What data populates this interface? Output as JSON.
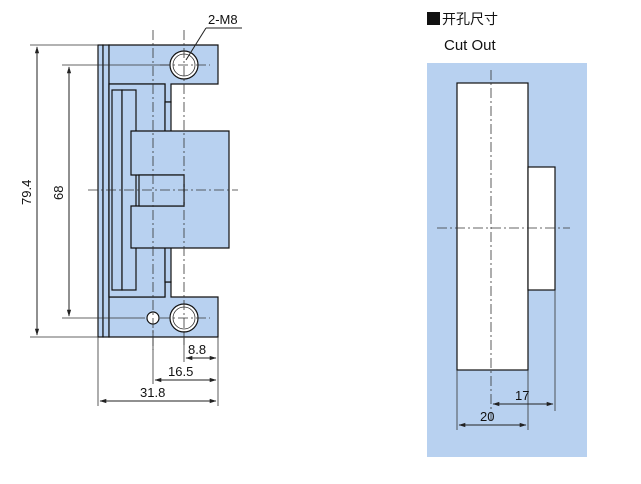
{
  "colors": {
    "part": "#b8d1f0",
    "panel": "#b8d1f0",
    "line": "#222222"
  },
  "hole_callout": "2-M8",
  "dimensions": {
    "overall_height": "79.4",
    "hole_spacing": "68",
    "small_width": "8.8",
    "mid_width": "16.5",
    "total_width": "31.8"
  },
  "cutout": {
    "title_cn": "开孔尺寸",
    "title_en": "Cut Out",
    "width_20": "20",
    "width_17": "17"
  }
}
